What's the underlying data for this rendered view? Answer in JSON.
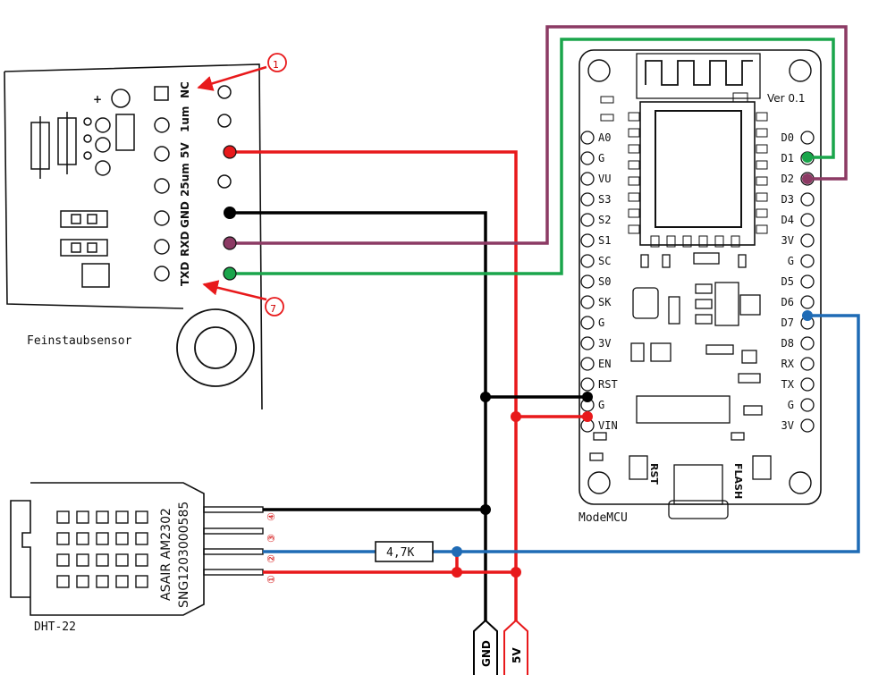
{
  "captions": {
    "dust_sensor": "Feinstaubsensor",
    "nodemcu": "ModeMCU",
    "dht": "DHT-22",
    "resistor": "4,7K",
    "gnd_terminal": "GND",
    "v5_terminal": "5V",
    "marker_1": "①",
    "marker_7": "⑦"
  },
  "dust_sensor": {
    "pins": [
      "NC",
      "1um",
      "5V",
      "25um",
      "GND",
      "RXD",
      "TXD"
    ],
    "plus": "+"
  },
  "dht": {
    "text1": "ASAIR AM2302",
    "text2": "SNG1203000585",
    "pin_markers": [
      "④",
      "③",
      "②",
      "①"
    ]
  },
  "nodemcu": {
    "version": "Ver 0.1",
    "left_pins": [
      "A0",
      "G",
      "VU",
      "S3",
      "S2",
      "S1",
      "SC",
      "S0",
      "SK",
      "G",
      "3V",
      "EN",
      "RST",
      "G",
      "VIN"
    ],
    "right_pins": [
      "D0",
      "D1",
      "D2",
      "D3",
      "D4",
      "3V",
      "G",
      "D5",
      "D6",
      "D7",
      "D8",
      "RX",
      "TX",
      "G",
      "3V"
    ],
    "rst_label": "RST",
    "flash_label": "FLASH"
  },
  "colors": {
    "red": "#e8191b",
    "black": "#000000",
    "purple": "#8c3a64",
    "green": "#1aa54b",
    "blue": "#1f6bb5"
  }
}
